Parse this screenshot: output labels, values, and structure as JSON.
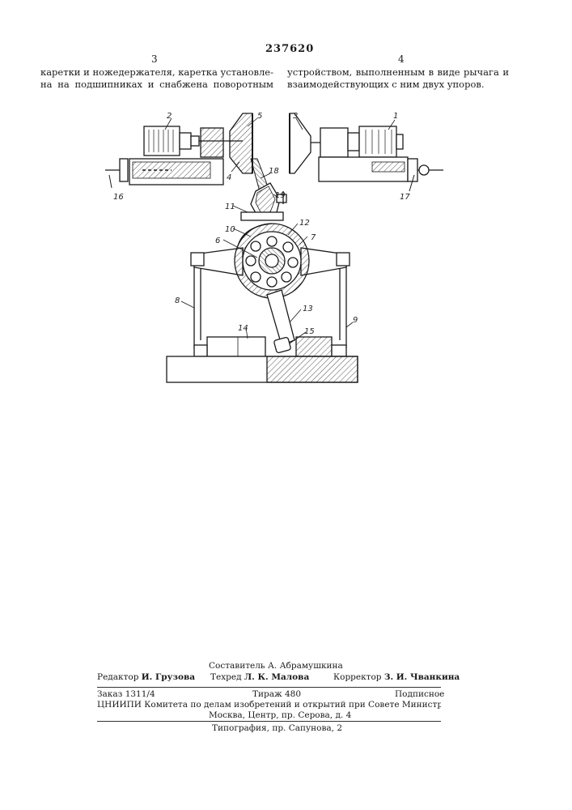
{
  "header": {
    "patent_number": "237620",
    "left_column_number": "3",
    "right_column_number": "4"
  },
  "text": {
    "left_lines": [
      "каретки и ножедержателя, каретка установле-",
      "на на подшипниках и снабжена поворотным"
    ],
    "right_lines": [
      "устройством, выполненным в виде рычага и",
      "взаимодействующих с ним двух упоров."
    ]
  },
  "figure": {
    "labels": {
      "l1": "1",
      "l2": "2",
      "l3": "3",
      "l4": "4",
      "l5": "5",
      "l6": "6",
      "l7": "7",
      "l8": "8",
      "l9": "9",
      "l10": "10",
      "l11": "11",
      "l12": "12",
      "l13": "13",
      "l14": "14",
      "l15": "15",
      "l16": "16",
      "l17": "17",
      "l18": "18",
      "l19": "19"
    }
  },
  "imprint": {
    "compiler": "Составитель А. Абрамушкина",
    "editor_label": "Редактор",
    "editor_name": "И. Грузова",
    "techred_label": "Техред",
    "techred_name": "Л. К. Малова",
    "corrector_label": "Корректор",
    "corrector_name": "З. И. Чванкина",
    "order": "Заказ 1311/4",
    "circulation": "Тираж 480",
    "subscription": "Подписное",
    "institute": "ЦНИИПИ Комитета по делам изобретений и открытий при Совете Министров СССР",
    "address": "Москва, Центр, пр. Серова, д. 4",
    "printer": "Типография, пр. Сапунова, 2"
  },
  "colors": {
    "ink": "#1a1a1a",
    "paper": "#ffffff"
  }
}
